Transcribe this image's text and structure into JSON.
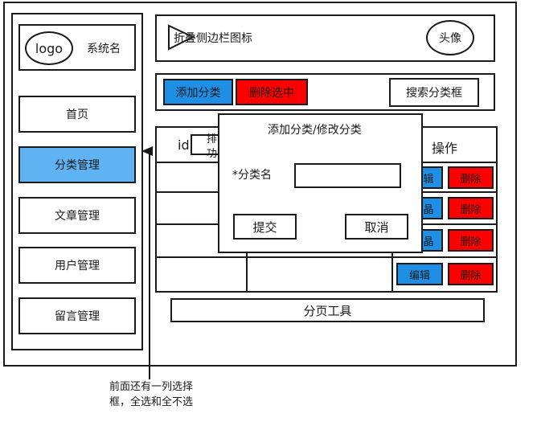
{
  "sidebar": {
    "logo": "logo",
    "system_name": "系统名",
    "items": [
      "首页",
      "分类管理",
      "文章管理",
      "用户管理",
      "留言管理"
    ]
  },
  "header": {
    "collapse_label": "折叠侧边栏图标",
    "avatar": "头像"
  },
  "toolbar": {
    "add_label": "添加分类",
    "delete_selected_label": "删除选中",
    "search_label": "搜索分类框"
  },
  "table": {
    "col_id": "id",
    "col_sort_partial": "排",
    "col_sort_partial2": "功",
    "col_ops": "操作",
    "edit_label": "编辑",
    "edit_partial": "辑",
    "edit_partial2": "晶",
    "delete_label": "删除"
  },
  "modal": {
    "title": "添加分类/修改分类",
    "field_label": "*分类名",
    "field_value": "",
    "submit_label": "提交",
    "cancel_label": "取消"
  },
  "pagination": {
    "label": "分页工具"
  },
  "annotation": {
    "note": "前面还有一列选择框，全选和全不选"
  },
  "colors": {
    "button_blue": "#1f8fe6",
    "active_blue": "#5fb3f2",
    "delete_red": "#ff0000",
    "outline": "#1a1a1a"
  }
}
